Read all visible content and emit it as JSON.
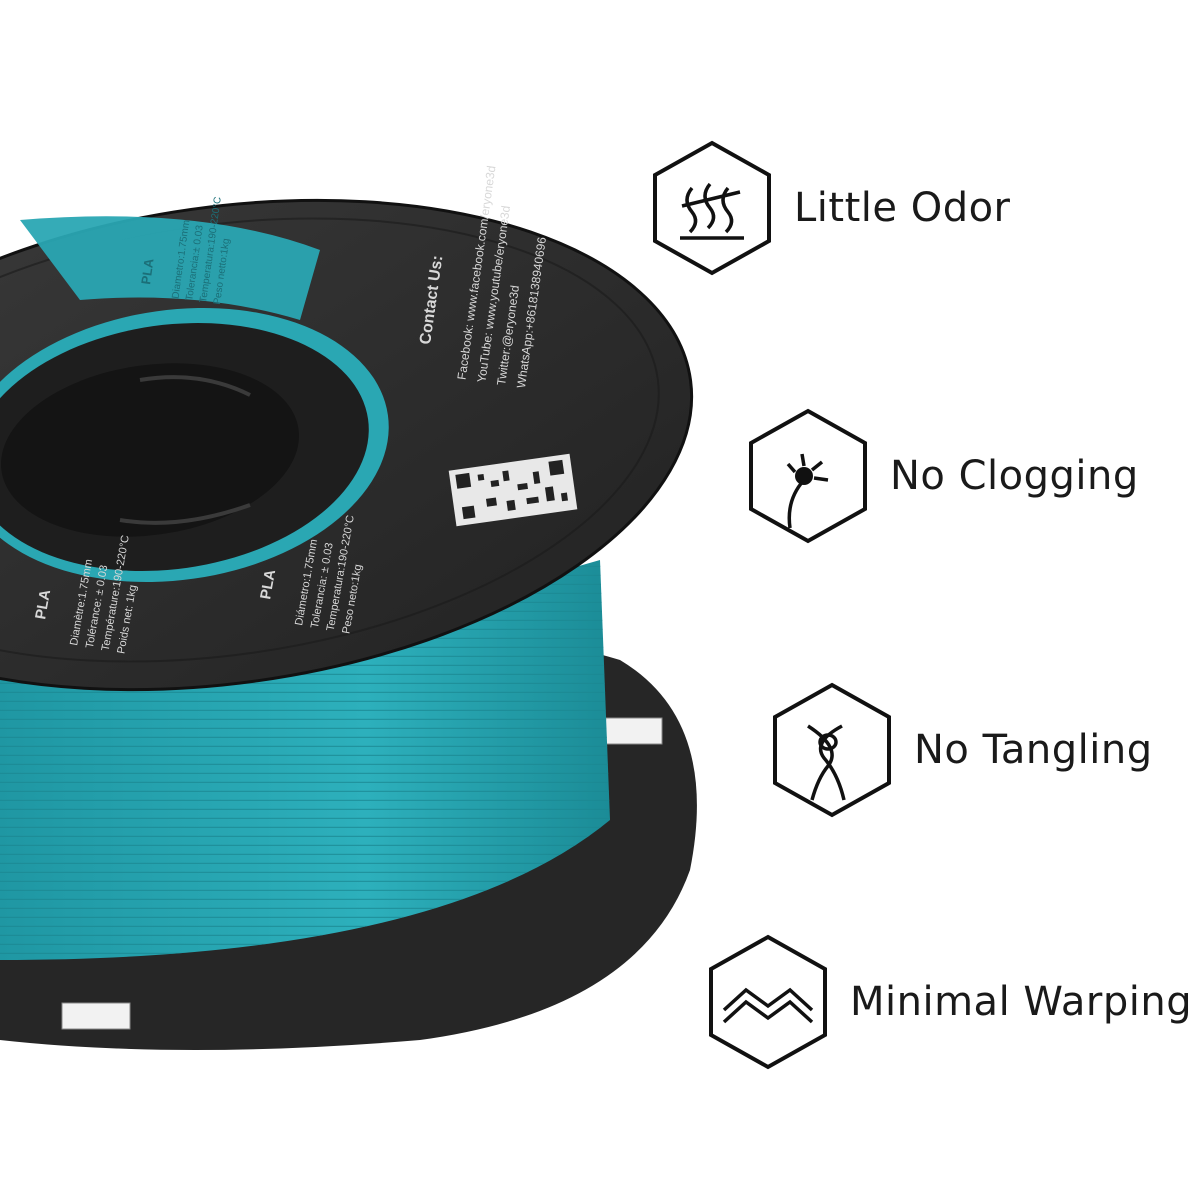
{
  "features": [
    {
      "label": "Little Odor",
      "icon": "steam-odor-icon"
    },
    {
      "label": "No Clogging",
      "icon": "nozzle-clog-icon"
    },
    {
      "label": "No Tangling",
      "icon": "tangle-loop-icon"
    },
    {
      "label": "Minimal Warping",
      "icon": "warping-zigzag-icon"
    }
  ],
  "spool": {
    "filament_color": "#2aa7b3",
    "reel_color": "#2b2b2b",
    "label_1": {
      "material": "PLA",
      "lines": [
        "Diamètre:1.75mm",
        "Tolérance: ± 0.03",
        "Température:190-220°C",
        "Poids net: 1kg"
      ]
    },
    "label_2": {
      "material": "PLA",
      "lines": [
        "Diámetro:1.75mm",
        "Tolerancia: ± 0.03",
        "Temperatura:190-220°C",
        "Peso neto:1kg"
      ]
    },
    "contact": {
      "title": "Contact Us:",
      "lines": [
        "Facebook: www.facebook.com/eryone3d",
        "YouTube: www.youtube/eryone3d",
        "Twitter:@eryone3d",
        "WhatsApp:+8618138940696"
      ]
    },
    "top_label": {
      "material": "PLA",
      "lines": [
        "Diametro:1.75mm",
        "Tolerancia:± 0.03",
        "Temperatura:190-220°C",
        "Peso netto:1kg"
      ]
    }
  }
}
